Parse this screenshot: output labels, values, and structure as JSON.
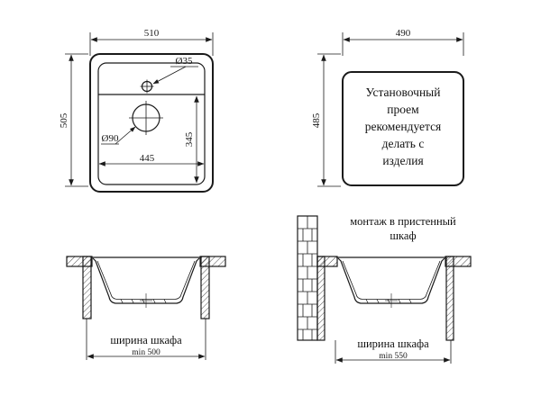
{
  "drawing": {
    "title": "Sink installation technical drawing",
    "units": "mm",
    "line_color": "#1a1a1a",
    "background": "#ffffff"
  },
  "top_left_view": {
    "name": "sink-top-view",
    "dimensions": {
      "overall_width": "510",
      "overall_height": "505",
      "bowl_width": "445",
      "bowl_height": "345",
      "faucet_hole": "Ø35",
      "drain_hole": "Ø90"
    }
  },
  "top_right_view": {
    "name": "cutout-note-panel",
    "dimensions": {
      "cutout_width": "490",
      "cutout_height": "485"
    },
    "note_lines": [
      "Установочный",
      "проем",
      "рекомендуется",
      "делать с",
      "изделия"
    ]
  },
  "bottom_left_view": {
    "name": "freestanding-cabinet-section",
    "caption": "ширина шкафа",
    "caption_sub": "min 500"
  },
  "bottom_right_view": {
    "name": "wall-mounted-cabinet-section",
    "heading_lines": [
      "монтаж в пристенный",
      "шкаф"
    ],
    "caption": "ширина шкафа",
    "caption_sub": "min 550"
  }
}
